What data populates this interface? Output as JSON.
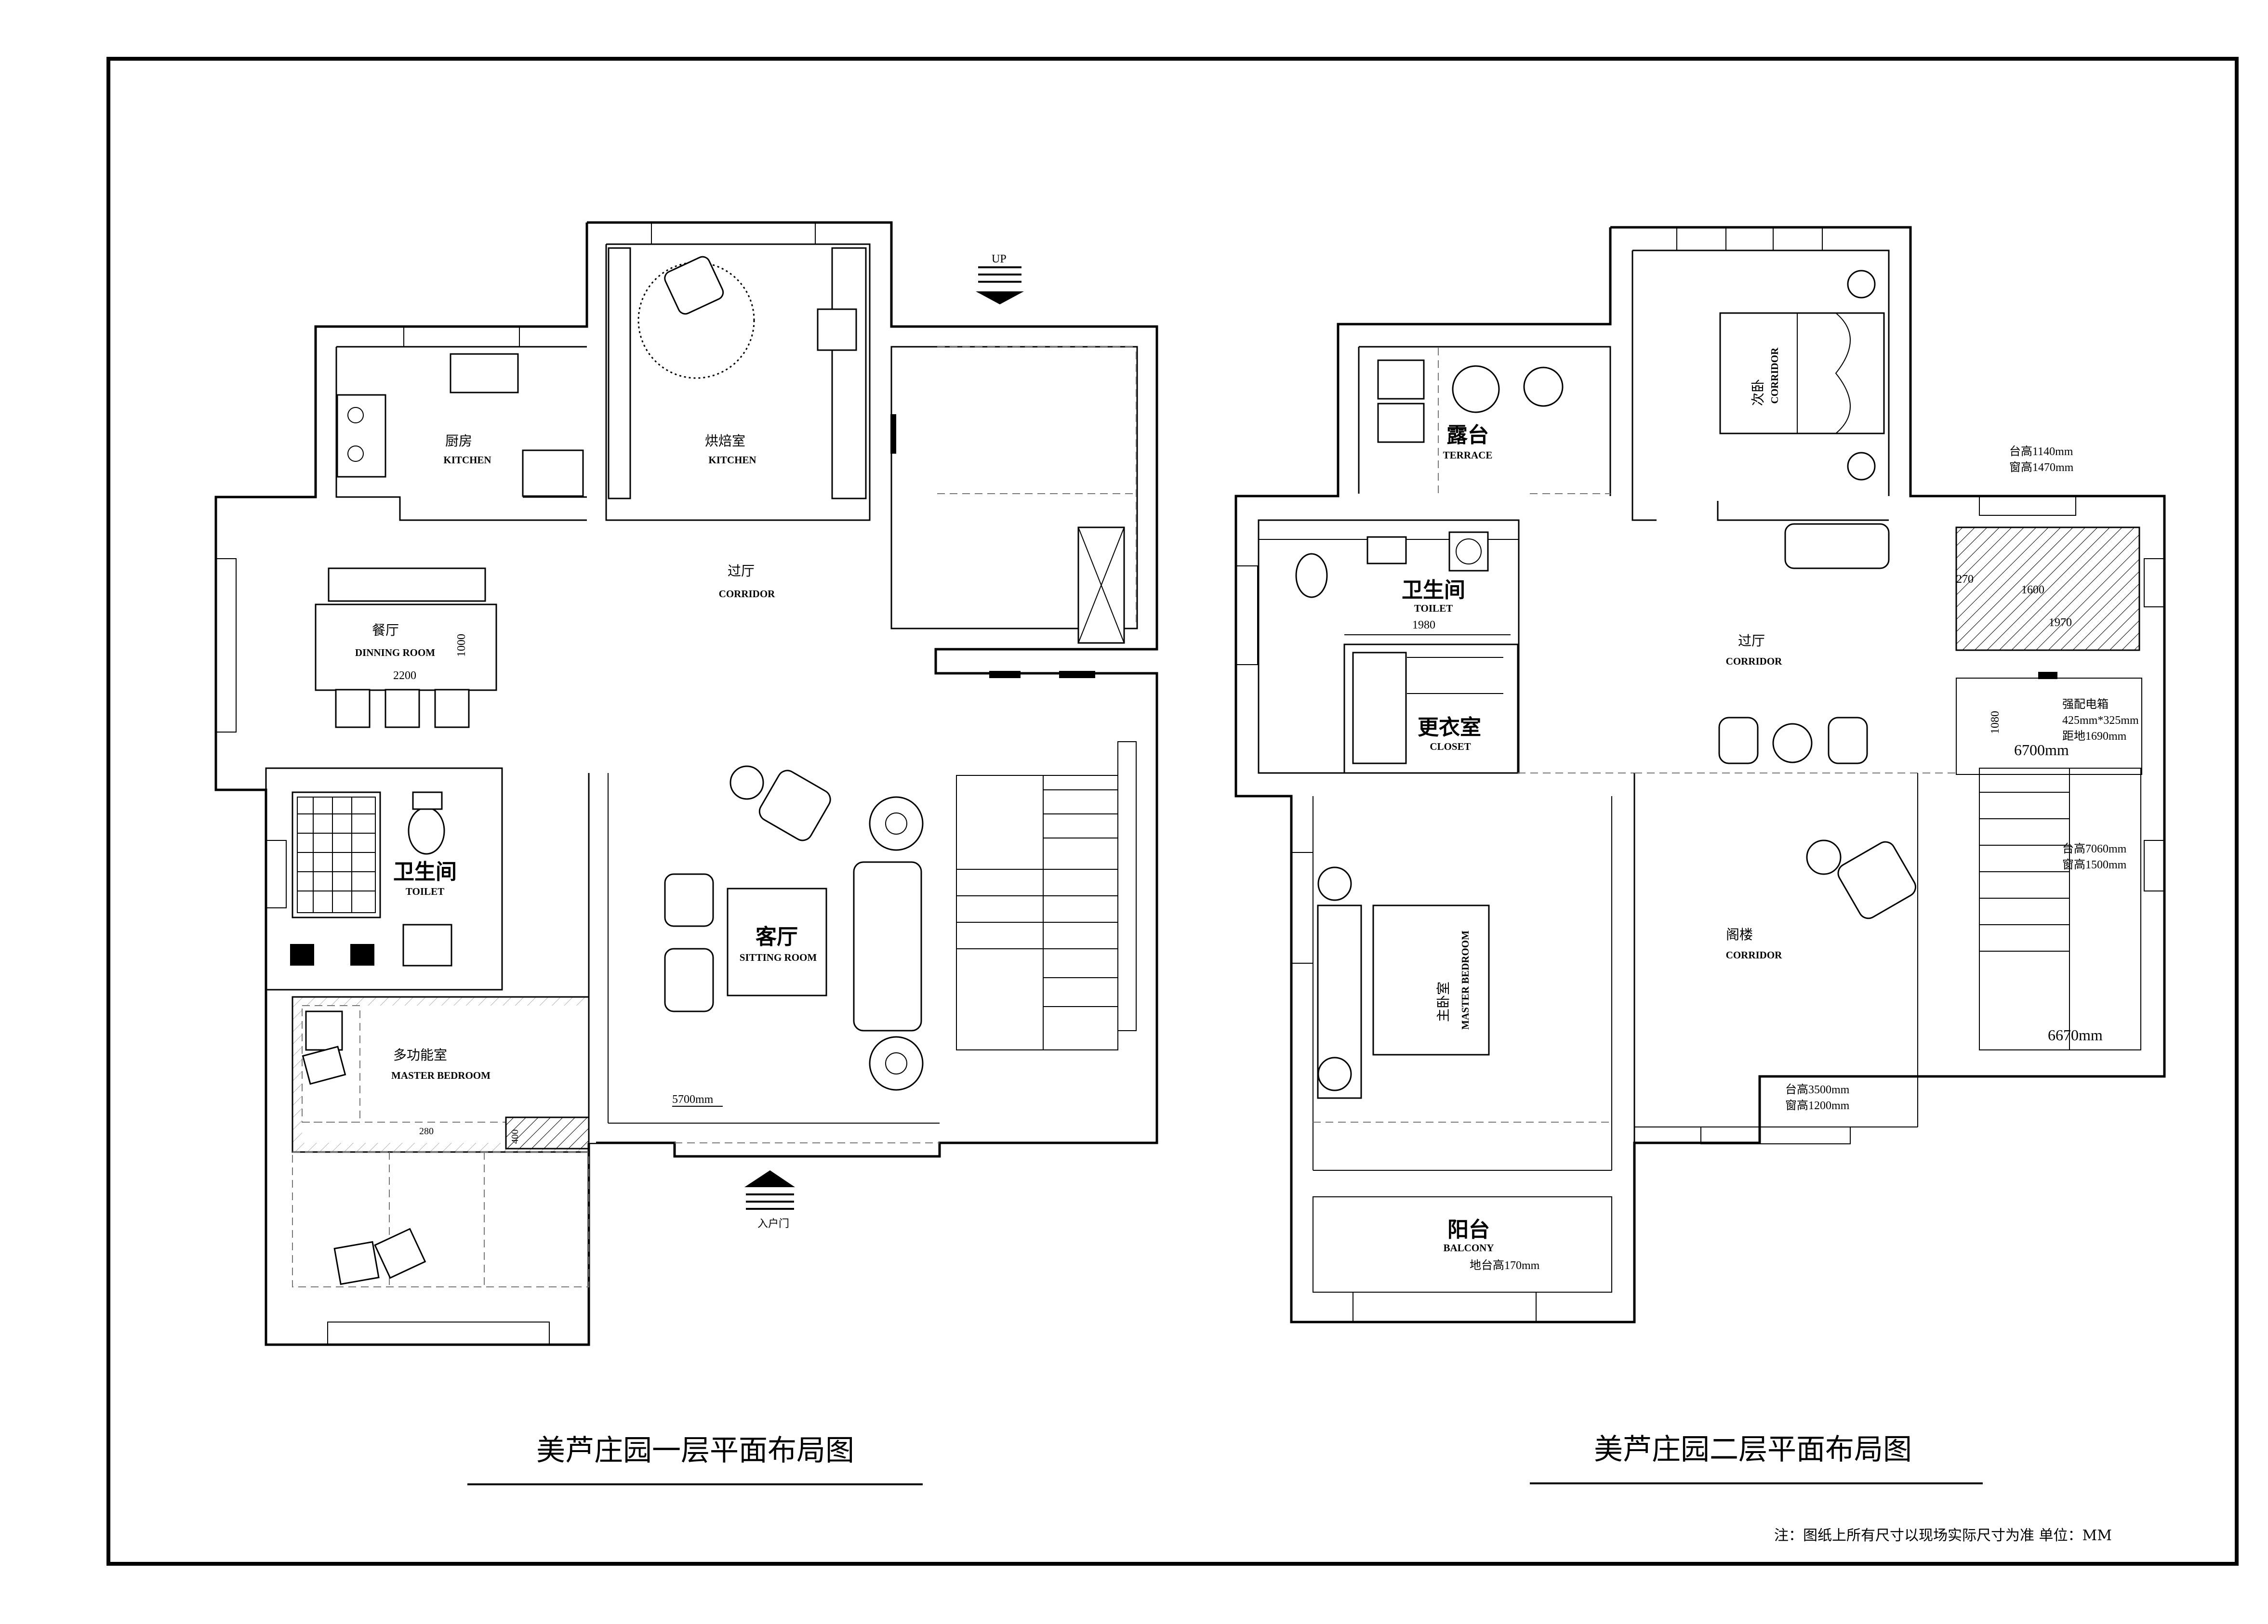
{
  "floor1": {
    "title": "美芦庄园一层平面布局图",
    "kitchen_left": {
      "cn": "厨房",
      "en": "KITCHEN"
    },
    "kitchen_right": {
      "cn": "烘焙室",
      "en": "KITCHEN"
    },
    "corridor": {
      "cn": "过厅",
      "en": "CORRIDOR"
    },
    "dining": {
      "cn": "餐厅",
      "en": "DINNING ROOM",
      "dim_w": "2200",
      "dim_h": "1000"
    },
    "toilet": {
      "cn": "卫生间",
      "en": "TOILET"
    },
    "sitting": {
      "cn": "客厅",
      "en": "SITTING ROOM"
    },
    "multi": {
      "cn": "多功能室",
      "en": "MASTER BEDROOM",
      "dim_a": "280",
      "dim_b": "400"
    },
    "up_label": "UP",
    "entrance": "入户门",
    "dim_5700": "5700mm"
  },
  "floor2": {
    "title": "美芦庄园二层平面布局图",
    "terrace": {
      "cn": "露台",
      "en": "TERRACE"
    },
    "bedroom_top": {
      "cn": "次卧",
      "en": "CORRIDOR"
    },
    "toilet": {
      "cn": "卫生间",
      "en": "TOILET",
      "dim": "1980"
    },
    "closet": {
      "cn": "更衣室",
      "en": "CLOSET"
    },
    "corridor": {
      "cn": "过厅",
      "en": "CORRIDOR"
    },
    "master": {
      "cn": "主卧室",
      "en": "MASTER BEDROOM"
    },
    "loft": {
      "cn": "阁楼",
      "en": "CORRIDOR"
    },
    "balcony": {
      "cn": "阳台",
      "en": "BALCONY",
      "dim": "地台高170mm"
    },
    "win_top_1": "台高1140mm",
    "win_top_2": "窗高1470mm",
    "hatch_a": "1600",
    "hatch_b": "1970",
    "hatch_c": "270",
    "elec_1": "强配电箱",
    "elec_2": "425mm*325mm",
    "elec_3": "距地1690mm",
    "dim_1080": "1080",
    "dim_6700": "6700mm",
    "win_right_1": "台高7060mm",
    "win_right_2": "窗高1500mm",
    "dim_6670": "6670mm",
    "win_bottom_1": "台高3500mm",
    "win_bottom_2": "窗高1200mm"
  },
  "note": "注：图纸上所有尺寸以现场实际尺寸为准 单位：MM"
}
